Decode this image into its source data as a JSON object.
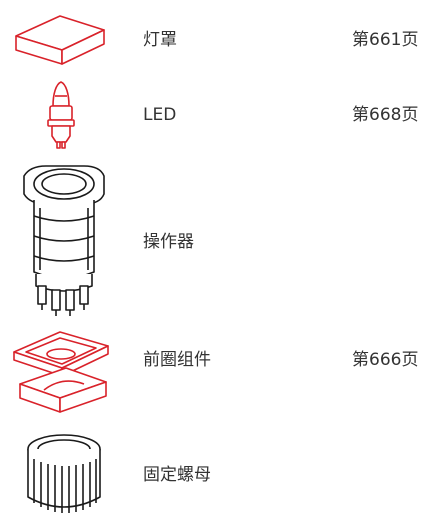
{
  "parts": [
    {
      "name": "灯罩",
      "page": "第661页",
      "icon": "lamp-cover-icon",
      "color": "#d9222a"
    },
    {
      "name": "LED",
      "page": "第668页",
      "icon": "led-bulb-icon",
      "color": "#d9222a"
    },
    {
      "name": "操作器",
      "page": "",
      "icon": "operator-body-icon",
      "color": "#1a1a1a"
    },
    {
      "name": "前圈组件",
      "page": "第666页",
      "icon": "bezel-assembly-icon",
      "color": "#d9222a"
    },
    {
      "name": "固定螺母",
      "page": "",
      "icon": "fixing-nut-icon",
      "color": "#1a1a1a"
    }
  ]
}
